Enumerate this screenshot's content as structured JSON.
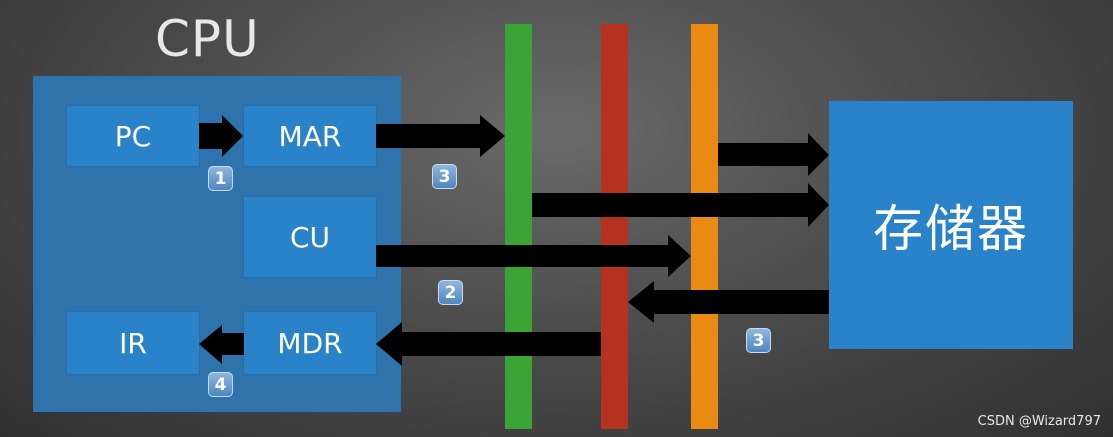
{
  "cpu": {
    "title": "CPU",
    "registers": {
      "pc": "PC",
      "mar": "MAR",
      "cu": "CU",
      "ir": "IR",
      "mdr": "MDR"
    }
  },
  "memory": {
    "label": "存储器"
  },
  "badges": {
    "step1": "1",
    "step2": "2",
    "step3_address": "3",
    "step3_data": "3",
    "step4": "4"
  },
  "buses": {
    "address_color": "#3aa535",
    "data_color": "#b5321e",
    "control_color": "#e98a12"
  },
  "colors": {
    "cpu_box": "#2f73ad",
    "register_box": "#2a82c8",
    "arrow": "#000000"
  },
  "watermark": "CSDN @Wizard797"
}
